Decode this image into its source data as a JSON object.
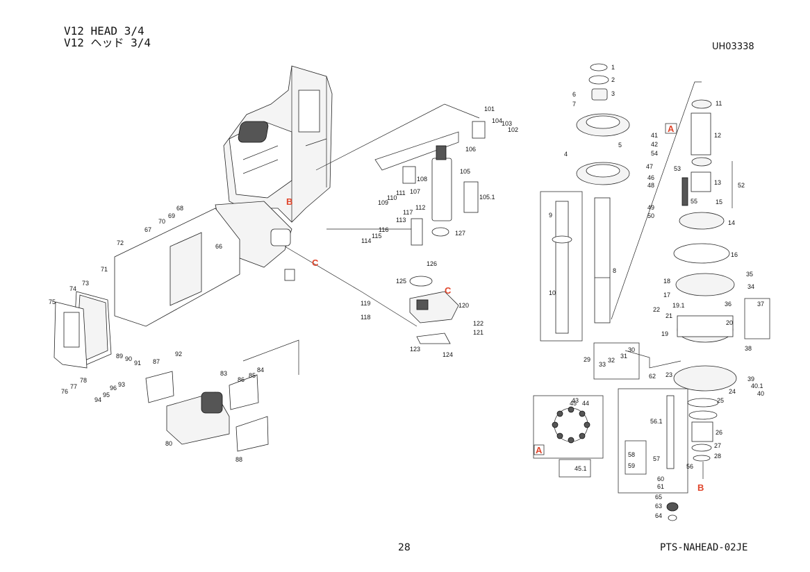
{
  "header": {
    "title_en": "V12 HEAD  3/4",
    "title_jp": "V12 ヘッド  3/4",
    "drawing_no": "UH03338"
  },
  "footer": {
    "page": "28",
    "doc_code": "PTS-NAHEAD-02JE"
  },
  "callouts": [
    "A",
    "B",
    "C"
  ],
  "part_labels": [
    "1",
    "2",
    "3",
    "4",
    "5",
    "6",
    "7",
    "8",
    "9",
    "10",
    "11",
    "12",
    "13",
    "14",
    "15",
    "16",
    "17",
    "18",
    "19",
    "19.1",
    "20",
    "21",
    "22",
    "23",
    "24",
    "25",
    "26",
    "27",
    "28",
    "29",
    "30",
    "31",
    "32",
    "33",
    "34",
    "35",
    "36",
    "37",
    "38",
    "39",
    "40",
    "40.1",
    "41",
    "42",
    "43",
    "44",
    "45",
    "45.1",
    "46",
    "47",
    "48",
    "49",
    "50",
    "52",
    "53",
    "54",
    "55",
    "56",
    "56.1",
    "57",
    "58",
    "59",
    "60",
    "61",
    "62",
    "63",
    "64",
    "65",
    "66",
    "67",
    "68",
    "69",
    "70",
    "71",
    "72",
    "73",
    "74",
    "75",
    "76",
    "77",
    "78",
    "80",
    "83",
    "84",
    "85",
    "86",
    "87",
    "88",
    "89",
    "90",
    "91",
    "92",
    "93",
    "94",
    "95",
    "96",
    "101",
    "102",
    "103",
    "104",
    "105",
    "105.1",
    "106",
    "107",
    "108",
    "109",
    "110",
    "111",
    "112",
    "113",
    "114",
    "115",
    "116",
    "117",
    "118",
    "119",
    "120",
    "121",
    "122",
    "123",
    "124",
    "125",
    "126",
    "127"
  ]
}
